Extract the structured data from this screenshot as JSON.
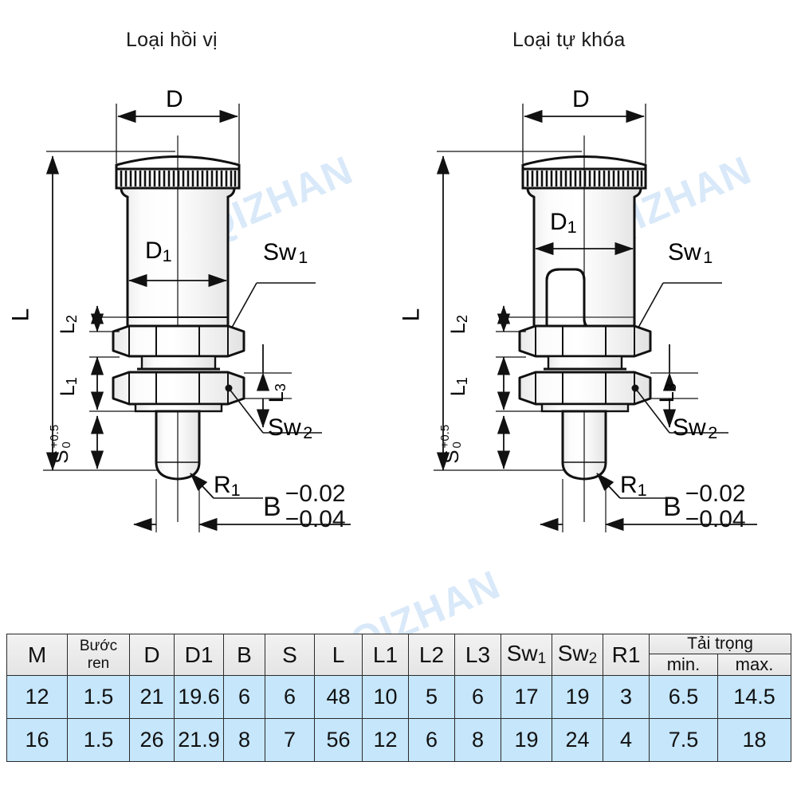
{
  "figure": {
    "left_title": "Loại hồi vị",
    "right_title": "Loại tự khóa",
    "watermark": "QIZHAN",
    "labels": {
      "D": "D",
      "D1_main": "D",
      "D1_sub": "1",
      "L": "L",
      "L1_main": "L",
      "L1_sub": "1",
      "L2_main": "L",
      "L2_sub": "2",
      "L3_main": "L",
      "L3_sub": "3",
      "S": "S",
      "S_tol_upper": "+0.5",
      "S_tol_lower": "0",
      "Sw1_main": "Sw",
      "Sw1_sub": "1",
      "Sw2_main": "Sw",
      "Sw2_sub": "2",
      "R1_main": "R",
      "R1_sub": "1",
      "B": "B",
      "B_tol_upper": "−0.02",
      "B_tol_lower": "−0.04"
    }
  },
  "table": {
    "headers": {
      "m": "M",
      "thread_pitch_line1": "Bước",
      "thread_pitch_line2": "ren",
      "d": "D",
      "d1_main": "D",
      "d1_sub": "1",
      "b": "B",
      "s": "S",
      "l": "L",
      "l1_main": "L",
      "l1_sub": "1",
      "l2_main": "L",
      "l2_sub": "2",
      "l3_main": "L",
      "l3_sub": "3",
      "sw1_main": "Sw",
      "sw1_sub": "1",
      "sw2_main": "Sw",
      "sw2_sub": "2",
      "r1_main": "R",
      "r1_sub": "1",
      "load_group": "Tải trọng",
      "load_min": "min.",
      "load_max": "max."
    },
    "rows": [
      {
        "m": "12",
        "pitch": "1.5",
        "d": "21",
        "d1": "19.6",
        "b": "6",
        "s": "6",
        "l": "48",
        "l1": "10",
        "l2": "5",
        "l3": "6",
        "sw1": "17",
        "sw2": "19",
        "r1": "3",
        "load_min": "6.5",
        "load_max": "14.5"
      },
      {
        "m": "16",
        "pitch": "1.5",
        "d": "26",
        "d1": "21.9",
        "b": "8",
        "s": "7",
        "l": "56",
        "l1": "12",
        "l2": "6",
        "l3": "8",
        "sw1": "19",
        "sw2": "24",
        "r1": "4",
        "load_min": "7.5",
        "load_max": "18"
      }
    ]
  },
  "colors": {
    "data_row_bg": "#c5e6fb",
    "header_bg": "#ededed",
    "line": "#1a1a1a",
    "watermark": "#cfe4f7"
  }
}
